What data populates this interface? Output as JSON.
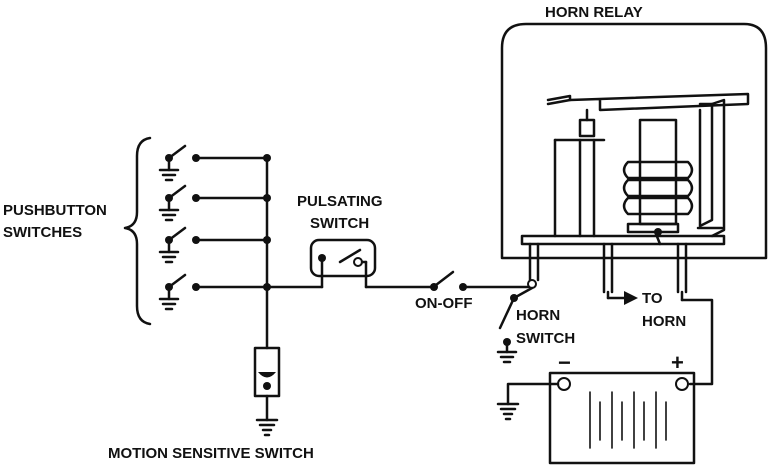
{
  "labels": {
    "horn_relay": "HORN RELAY",
    "pushbutton_line1": "PUSHBUTTON",
    "pushbutton_line2": "SWITCHES",
    "pulsating_line1": "PULSATING",
    "pulsating_line2": "SWITCH",
    "on_off": "ON-OFF",
    "horn_switch_line1": "HORN",
    "horn_switch_line2": "SWITCH",
    "to_horn_line1": "TO",
    "to_horn_line2": "HORN",
    "minus": "−",
    "plus": "+",
    "motion_switch": "MOTION SENSITIVE SWITCH"
  },
  "colors": {
    "ink": "#111111",
    "background": "#ffffff"
  }
}
